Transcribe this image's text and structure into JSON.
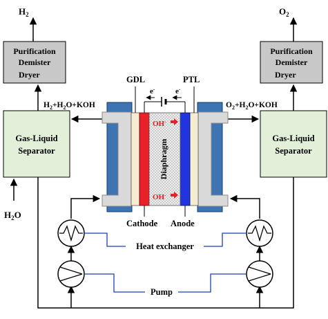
{
  "outputs": {
    "left_gas": "H",
    "left_gas_sub": "2",
    "right_gas": "O",
    "right_gas_sub": "2"
  },
  "purification": {
    "line1": "Purification",
    "line2": "Demister",
    "line3": "Dryer"
  },
  "streams": {
    "left": {
      "a": "H",
      "a_sub": "2",
      "b": "+H",
      "b_sub": "2",
      "c": "O+KOH"
    },
    "right": {
      "a": "O",
      "a_sub": "2",
      "b": "+H",
      "b_sub": "2",
      "c": "O+KOH"
    }
  },
  "separator": {
    "line1": "Gas-Liquid",
    "line2": "Separator"
  },
  "water_input": {
    "a": "H",
    "a_sub": "2",
    "b": "O"
  },
  "cell": {
    "gdl": "GDL",
    "ptl": "PTL",
    "electron": "e",
    "electron_sup": "-",
    "ion": "OH",
    "ion_sup": "-",
    "diaphragm": "Diaphragm",
    "cathode": "Cathode",
    "anode": "Anode"
  },
  "heat_exchanger_label": "Heat exchanger",
  "pump_label": "Pump",
  "colors": {
    "box_gray": "#c8c8c8",
    "separator_green": "#e2efd9",
    "plate_blue": "#3f74b3",
    "flow_gray": "#d9d9d9",
    "gdl_beige": "#f5ecd2",
    "cathode_red": "#e8202a",
    "anode_blue": "#2035e0",
    "callout_blue": "#1f3fb0"
  }
}
